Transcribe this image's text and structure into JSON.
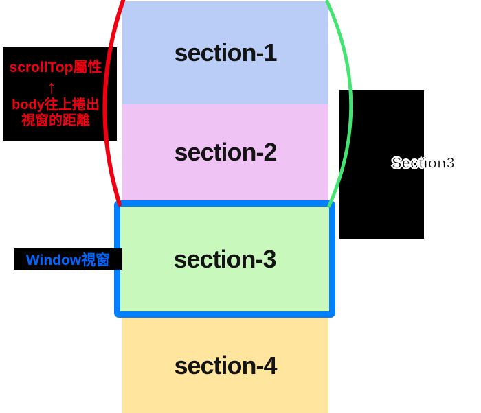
{
  "sections": [
    {
      "label": "section-1",
      "color": "#b9cdf7"
    },
    {
      "label": "section-2",
      "color": "#f0c3f5"
    },
    {
      "label": "section-3",
      "color": "#c9f8bd"
    },
    {
      "label": "section-4",
      "color": "#ffe59d"
    }
  ],
  "scrolltop_label": {
    "title": "scrollTop屬性",
    "arrow_icon": "↑",
    "desc_line1": "body往上捲出",
    "desc_line2": "視窗的距離",
    "text_color": "#f00011"
  },
  "window_label": {
    "text": "Window視窗",
    "text_color": "#0066ff"
  },
  "right_label": {
    "text": "Section3"
  },
  "annotations": {
    "scrolltop_bracket_color": "#ee0011",
    "offset_bracket_color": "#44e372",
    "viewport_border_color": "#0080fe"
  }
}
